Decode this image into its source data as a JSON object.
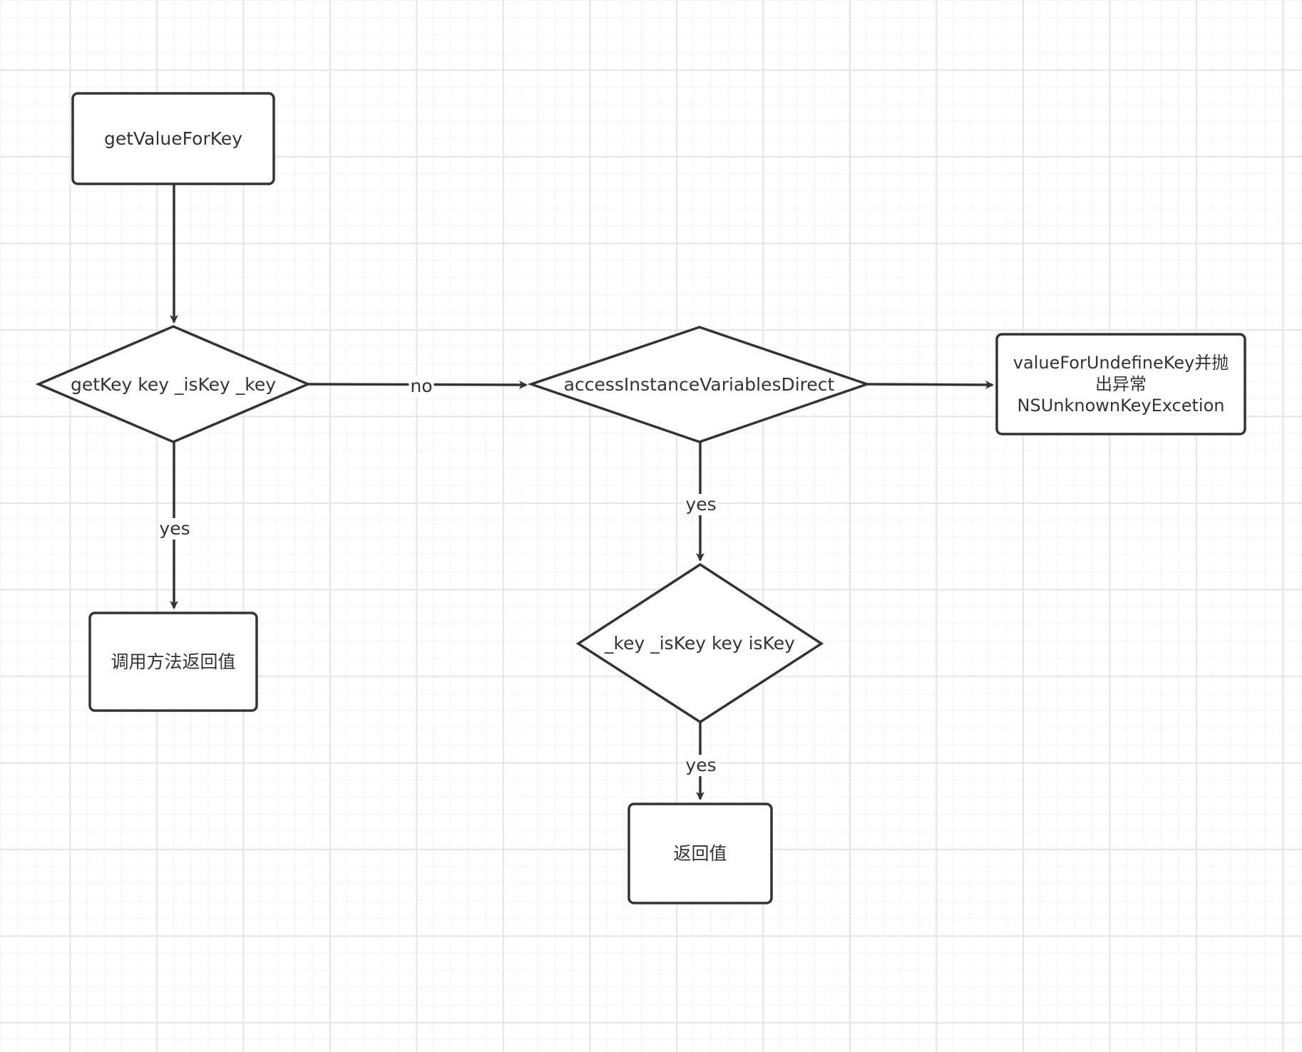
{
  "nodes": {
    "start": {
      "text": "getValueForKey"
    },
    "check_getter": {
      "text": "getKey key _isKey _key"
    },
    "call_method": {
      "text": "调用方法返回值"
    },
    "access_direct": {
      "text": "accessInstanceVariablesDirect"
    },
    "undefined_key": {
      "text": "valueForUndefineKey并抛\n出异常\nNSUnknownKeyExcetion"
    },
    "check_ivars": {
      "text": "_key _isKey key isKey"
    },
    "return_value": {
      "text": "返回值"
    }
  },
  "edges": {
    "getter_no": {
      "label": "no"
    },
    "getter_yes": {
      "label": "yes"
    },
    "access_yes": {
      "label": "yes"
    },
    "ivars_yes": {
      "label": "yes"
    }
  },
  "colors": {
    "stroke": "#333333",
    "text": "#333333",
    "grid": "#e6e6e6"
  }
}
